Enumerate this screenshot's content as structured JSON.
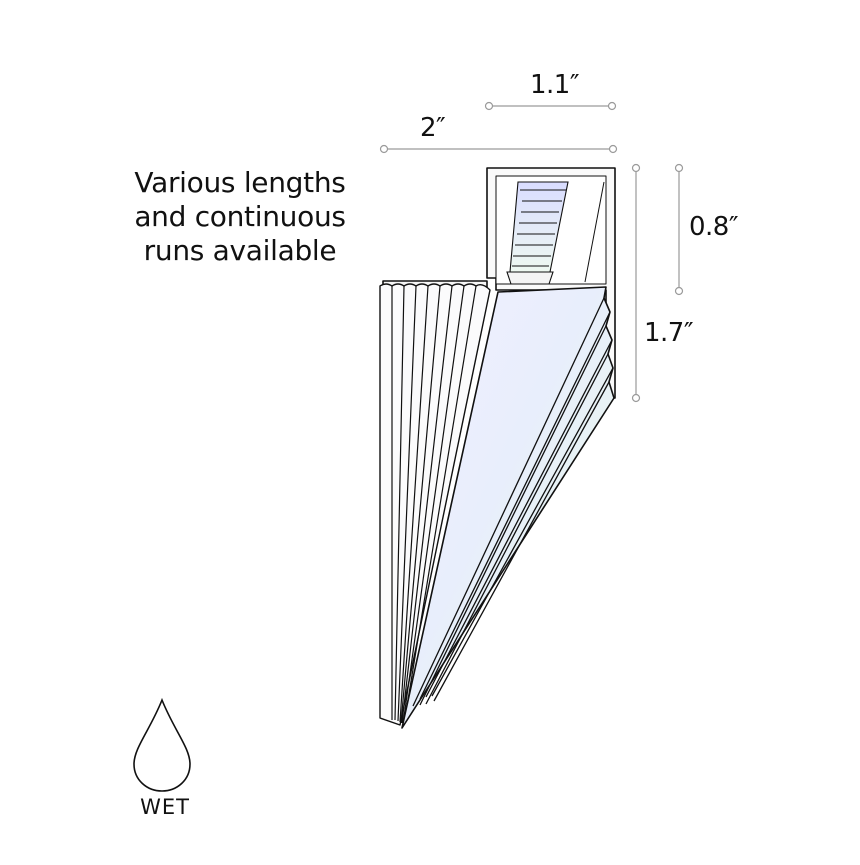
{
  "description": [
    "Various lengths",
    "and continuous",
    "runs available"
  ],
  "dimensions": {
    "top_width": "1.1″",
    "overall_width": "2″",
    "channel_height": "0.8″",
    "overall_height": "1.7″"
  },
  "badge": {
    "label": "WET",
    "icon": "water-drop-icon"
  },
  "colors": {
    "outline": "#111111",
    "dimension_line": "#9a9a9a",
    "diffuser_tint": "#e9ecff"
  }
}
